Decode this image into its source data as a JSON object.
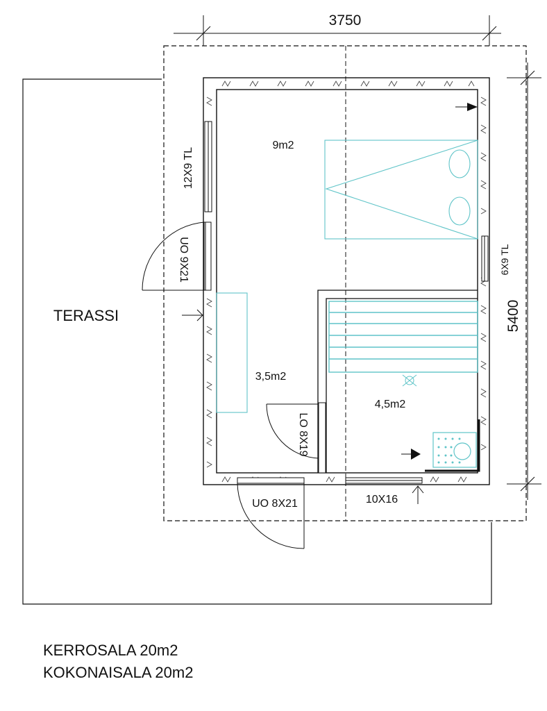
{
  "dimensions": {
    "width": "3750",
    "depth": "5400"
  },
  "areas": {
    "room_top": "9m2",
    "room_left": "3,5m2",
    "sauna": "4,5m2"
  },
  "terrace": "TERASSI",
  "openings": {
    "window_left": "12X9 TL",
    "door_left": "UO 9X21",
    "window_right": "6X9 TL",
    "door_inner": "LO 8X19",
    "door_bottom": "UO 8X21",
    "window_bottom": "10X16"
  },
  "footer": {
    "floor_area": "KERROSALA 20m2",
    "total_area": "KOKONAISALA 20m2"
  },
  "colors": {
    "line": "#111111",
    "furniture": "#5fc4c8",
    "insulation": "#444444"
  }
}
